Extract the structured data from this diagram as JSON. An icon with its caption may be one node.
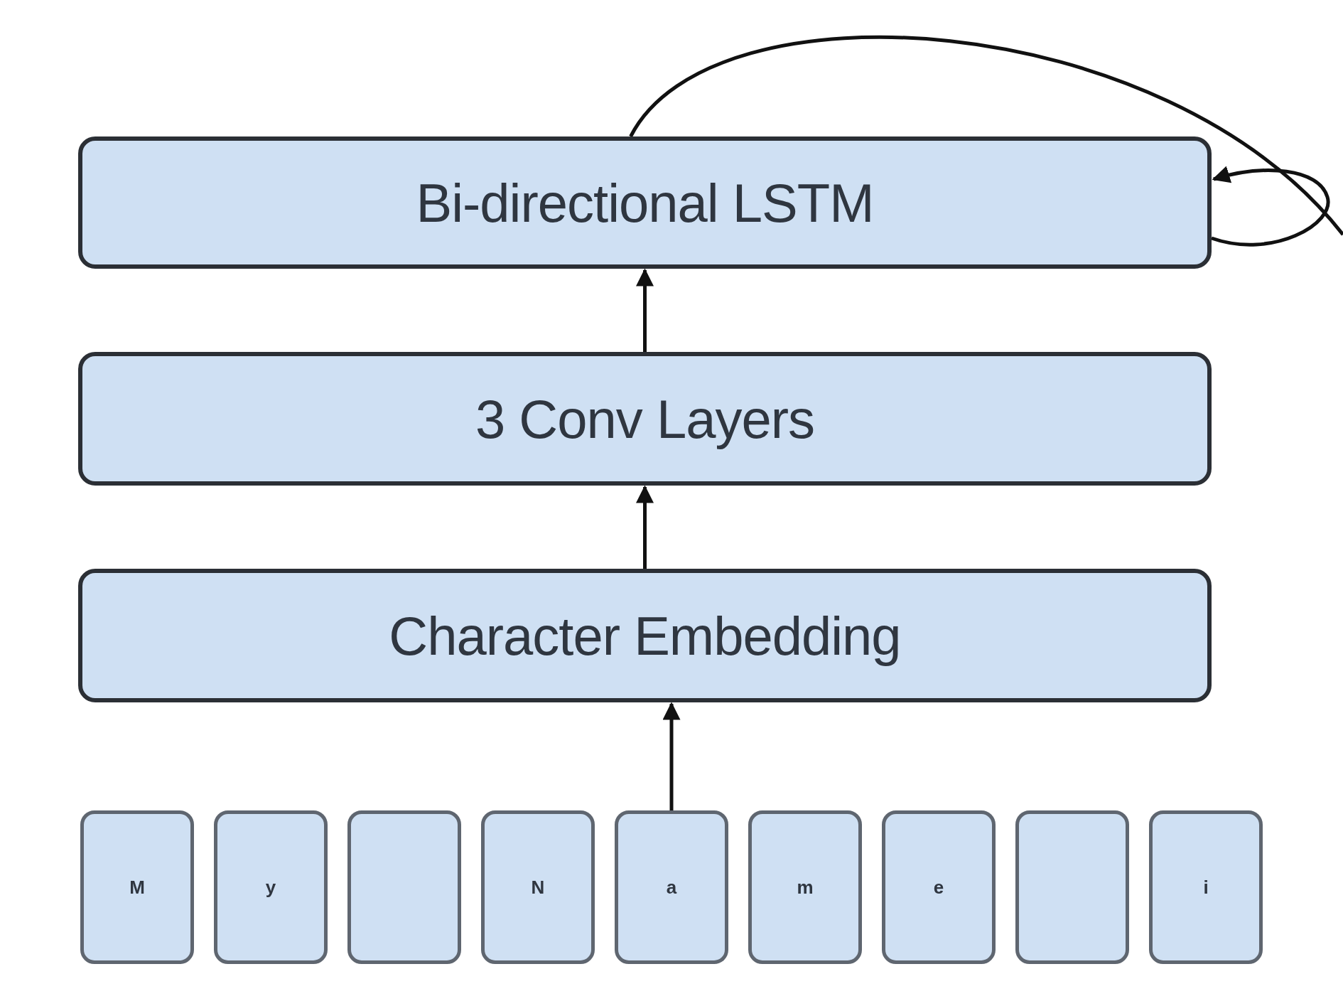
{
  "diagram": {
    "nodes": [
      {
        "text": [
          "Bi-directional LSTM"
        ]
      },
      {
        "text": [
          "3 Conv Layers"
        ]
      },
      {
        "text": [
          "Character Embedding"
        ]
      },
      {
        "text": [
          "M"
        ]
      },
      {
        "text": [
          "y"
        ]
      },
      {
        "text": [],
        "shape": "box"
      },
      {
        "text": [
          "N"
        ]
      },
      {
        "text": [
          "a"
        ]
      },
      {
        "text": [
          "m"
        ]
      },
      {
        "text": [
          "e"
        ]
      },
      {
        "text": [],
        "shape": "box"
      },
      {
        "text": [
          "i"
        ]
      }
    ],
    "edges": [
      {
        "from": 1,
        "to": 0,
        "arrow": "to"
      },
      {
        "from": 2,
        "to": 1,
        "arrow": "to"
      },
      {
        "from": 7,
        "to": 2,
        "arrow": "to"
      },
      {
        "from": 0,
        "to": 0,
        "arrow": "to"
      },
      {
        "from": 0,
        "to": null,
        "arrow": "none"
      }
    ]
  }
}
